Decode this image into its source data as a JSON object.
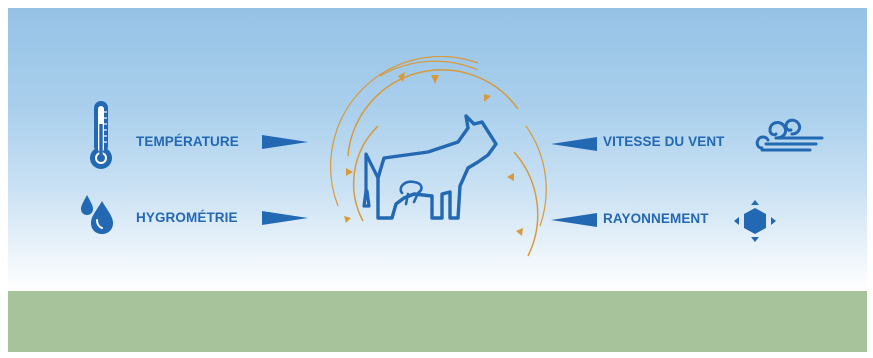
{
  "labels": {
    "temperature": "TEMPÉRATURE",
    "humidity": "HYGROMÉTRIE",
    "wind": "VITESSE DU VENT",
    "radiation": "RAYONNEMENT"
  },
  "colors": {
    "icon_blue": "#2368b3",
    "arc_orange": "#d79a3c",
    "sky_top": "#96c2e6",
    "ground": "#a7c39c"
  },
  "icons": {
    "temperature": "thermometer-icon",
    "humidity": "water-drops-icon",
    "wind": "wind-icon",
    "radiation": "sun-icon",
    "center": "cow-icon"
  }
}
